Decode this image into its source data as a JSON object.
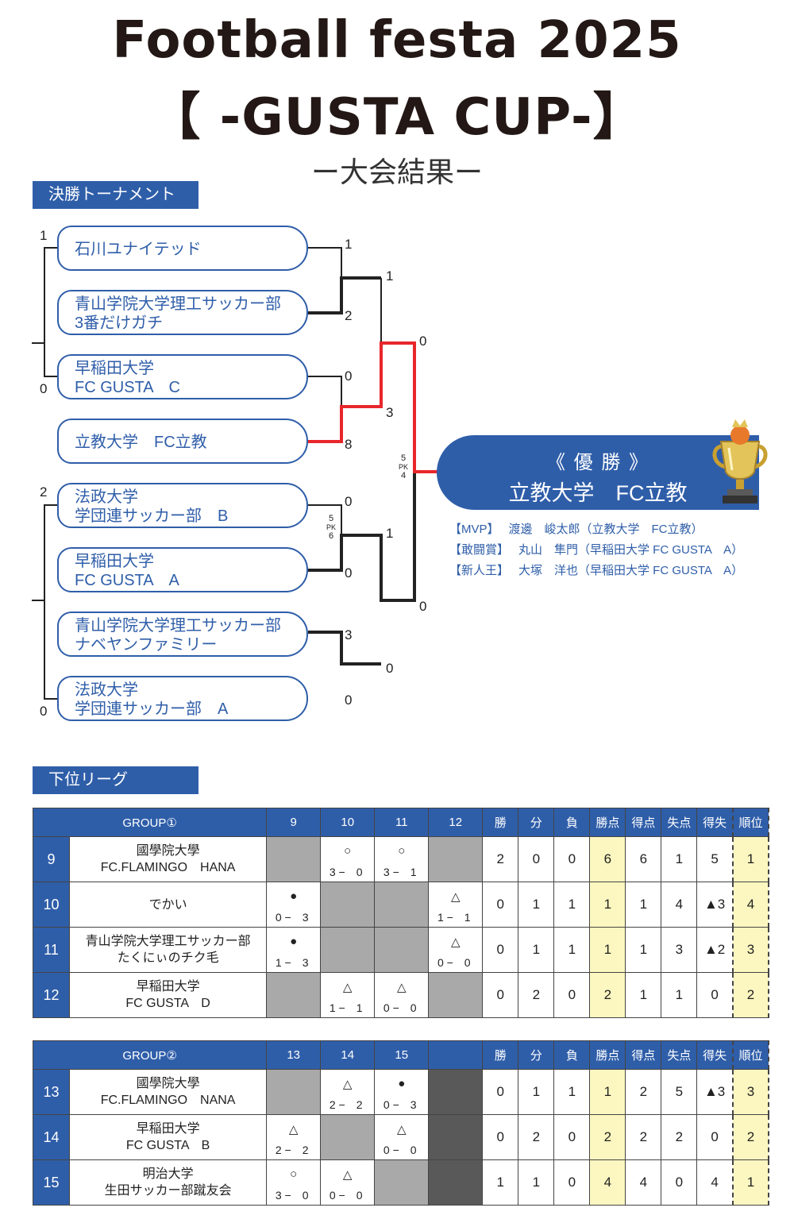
{
  "title": {
    "line1": "Football festa 2025",
    "line2": "【 -GUSTA CUP-】",
    "line3": "ー大会結果ー"
  },
  "sections": {
    "final": "決勝トーナメント",
    "lower": "下位リーグ"
  },
  "teams": [
    {
      "l1": "石川ユナイテッド",
      "l2": ""
    },
    {
      "l1": "青山学院大学理工サッカー部",
      "l2": "3番だけガチ"
    },
    {
      "l1": "早稲田大学",
      "l2": "FC GUSTA　C"
    },
    {
      "l1": "立教大学　FC立教",
      "l2": ""
    },
    {
      "l1": "法政大学",
      "l2": "学団連サッカー部　B"
    },
    {
      "l1": "早稲田大学",
      "l2": "FC GUSTA　A"
    },
    {
      "l1": "青山学院大学理工サッカー部",
      "l2": "ナベヤンファミリー"
    },
    {
      "l1": "法政大学",
      "l2": "学団連サッカー部　A"
    }
  ],
  "scores": {
    "r1": [
      "1",
      "2",
      "0",
      "8",
      "0",
      "0",
      "3",
      "0"
    ],
    "r2": [
      "1",
      "3",
      "1",
      "0"
    ],
    "sf": [
      "0",
      "0"
    ],
    "side": [
      "1",
      "0",
      "2",
      "0"
    ],
    "pk1": [
      "5",
      "PK",
      "4"
    ],
    "pk2": [
      "5",
      "PK",
      "6"
    ]
  },
  "champion": {
    "label": "《 優 勝 》",
    "team": "立教大学　FC立教"
  },
  "awards": [
    [
      "【MVP】",
      "渡邊　峻太郎（立教大学　FC立教）"
    ],
    [
      "【敢闘賞】",
      "丸山　隼門（早稲田大学 FC GUSTA　A）"
    ],
    [
      "【新人王】",
      "大塚　洋也（早稲田大学 FC GUSTA　A）"
    ]
  ],
  "stat_headers": [
    "勝",
    "分",
    "負",
    "勝点",
    "得点",
    "失点",
    "得失",
    "順位"
  ],
  "group1": {
    "name": "GROUP①",
    "cols": [
      "9",
      "10",
      "11",
      "12"
    ],
    "rows": [
      {
        "idx": "9",
        "n1": "國學院大學",
        "n2": "FC.FLAMINGO　HANA",
        "cells": [
          [
            "g",
            "",
            ""
          ],
          [
            "",
            "○",
            "3 −　0"
          ],
          [
            "",
            "○",
            "3 −　1"
          ],
          [
            "g",
            "",
            ""
          ]
        ],
        "stats": [
          "2",
          "0",
          "0",
          "6",
          "6",
          "1",
          "5",
          "1"
        ]
      },
      {
        "idx": "10",
        "n1": "でかい",
        "n2": "",
        "cells": [
          [
            "",
            "●",
            "0 −　3"
          ],
          [
            "g",
            "",
            ""
          ],
          [
            "g",
            "",
            ""
          ],
          [
            "",
            "△",
            "1 −　1"
          ]
        ],
        "stats": [
          "0",
          "1",
          "1",
          "1",
          "1",
          "4",
          "▲3",
          "4"
        ]
      },
      {
        "idx": "11",
        "n1": "青山学院大学理工サッカー部",
        "n2": "たくにぃのチク毛",
        "cells": [
          [
            "",
            "●",
            "1 −　3"
          ],
          [
            "g",
            "",
            ""
          ],
          [
            "g",
            "",
            ""
          ],
          [
            "",
            "△",
            "0 −　0"
          ]
        ],
        "stats": [
          "0",
          "1",
          "1",
          "1",
          "1",
          "3",
          "▲2",
          "3"
        ]
      },
      {
        "idx": "12",
        "n1": "早稲田大学",
        "n2": "FC GUSTA　D",
        "cells": [
          [
            "g",
            "",
            ""
          ],
          [
            "",
            "△",
            "1 −　1"
          ],
          [
            "",
            "△",
            "0 −　0"
          ],
          [
            "g",
            "",
            ""
          ]
        ],
        "stats": [
          "0",
          "2",
          "0",
          "2",
          "1",
          "1",
          "0",
          "2"
        ]
      }
    ]
  },
  "group2": {
    "name": "GROUP②",
    "cols": [
      "13",
      "14",
      "15",
      ""
    ],
    "rows": [
      {
        "idx": "13",
        "n1": "國學院大學",
        "n2": "FC.FLAMINGO　NANA",
        "cells": [
          [
            "g",
            "",
            ""
          ],
          [
            "",
            "△",
            "2 −　2"
          ],
          [
            "",
            "●",
            "0 −　3"
          ],
          [
            "d",
            "",
            ""
          ]
        ],
        "stats": [
          "0",
          "1",
          "1",
          "1",
          "2",
          "5",
          "▲3",
          "3"
        ]
      },
      {
        "idx": "14",
        "n1": "早稲田大学",
        "n2": "FC GUSTA　B",
        "cells": [
          [
            "",
            "△",
            "2 −　2"
          ],
          [
            "g",
            "",
            ""
          ],
          [
            "",
            "△",
            "0 −　0"
          ],
          [
            "d",
            "",
            ""
          ]
        ],
        "stats": [
          "0",
          "2",
          "0",
          "2",
          "2",
          "2",
          "0",
          "2"
        ]
      },
      {
        "idx": "15",
        "n1": "明治大学",
        "n2": "生田サッカー部蹴友会",
        "cells": [
          [
            "",
            "○",
            "3 −　0"
          ],
          [
            "",
            "△",
            "0 −　0"
          ],
          [
            "g",
            "",
            ""
          ],
          [
            "d",
            "",
            ""
          ]
        ],
        "stats": [
          "1",
          "1",
          "0",
          "4",
          "4",
          "0",
          "4",
          "1"
        ]
      }
    ]
  },
  "colors": {
    "brand": "#2f5ea9",
    "win_path": "#e8262b",
    "highlight": "#fcf7c0"
  }
}
